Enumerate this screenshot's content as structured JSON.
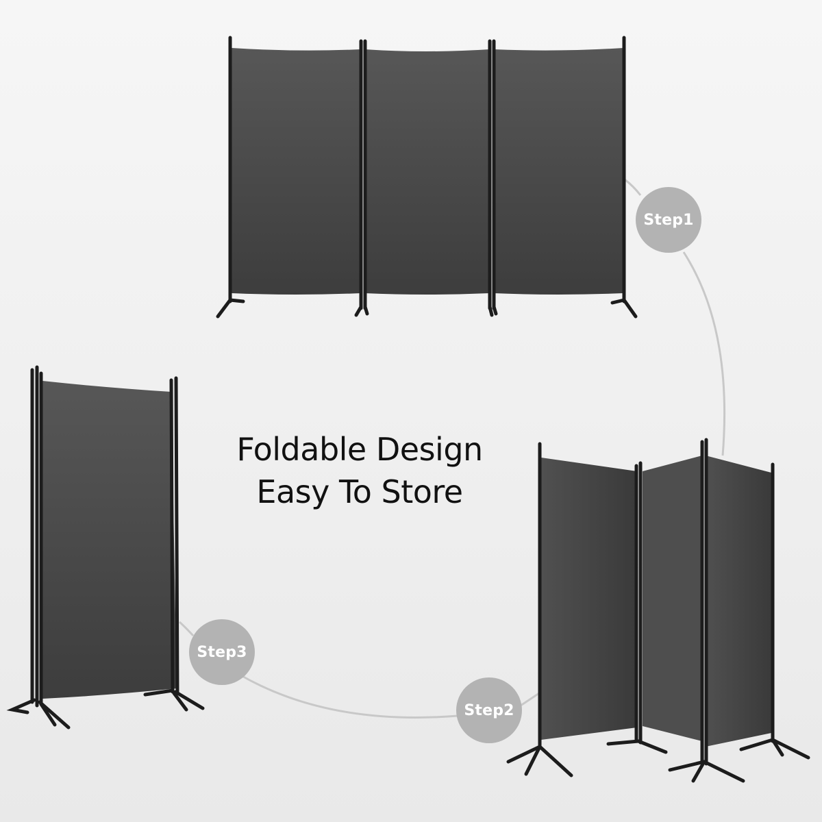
{
  "headline": {
    "line1": "Foldable Design",
    "line2": "Easy To Store"
  },
  "steps": [
    {
      "label": "Step1"
    },
    {
      "label": "Step2"
    },
    {
      "label": "Step3"
    }
  ],
  "colors": {
    "background": "#f2f2f2",
    "panel_fabric": "#4a4a4a",
    "frame": "#1a1a1a",
    "badge": "#b3b3b3",
    "connector_line": "#c4c4c4",
    "headline_text": "#111111"
  }
}
